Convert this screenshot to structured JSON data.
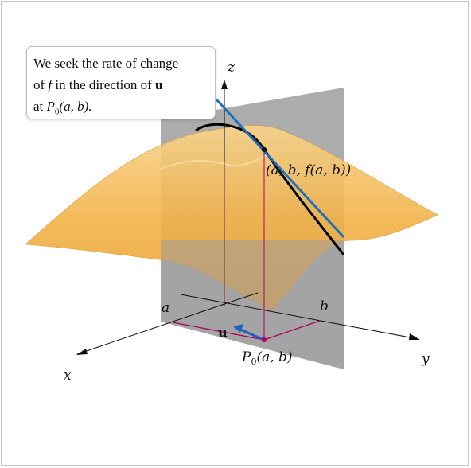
{
  "caption": {
    "line1": "We seek the rate of change",
    "line2_pre": "of ",
    "line2_f": "f",
    "line2_post": " in the direction of ",
    "line2_u": "u",
    "line3_pre": "at ",
    "line3_P": "P",
    "line3_sub": "0",
    "line3_args": "(a, b)."
  },
  "labels": {
    "z_axis": "z",
    "x_axis": "x",
    "y_axis": "y",
    "a_tick": "a",
    "b_tick": "b",
    "u_vector": "u",
    "point_on_surface": "(a, b, f(a, b))",
    "base_point": "P",
    "base_point_sub": "0",
    "base_point_args": "(a, b)"
  },
  "colors": {
    "surface": "#f2b349",
    "plane": "#9b9b9b",
    "tangent_line": "#1f6fbf",
    "curve": "#000000",
    "projection_lines": "#b0005a",
    "vector_u": "#1f5fbf"
  }
}
